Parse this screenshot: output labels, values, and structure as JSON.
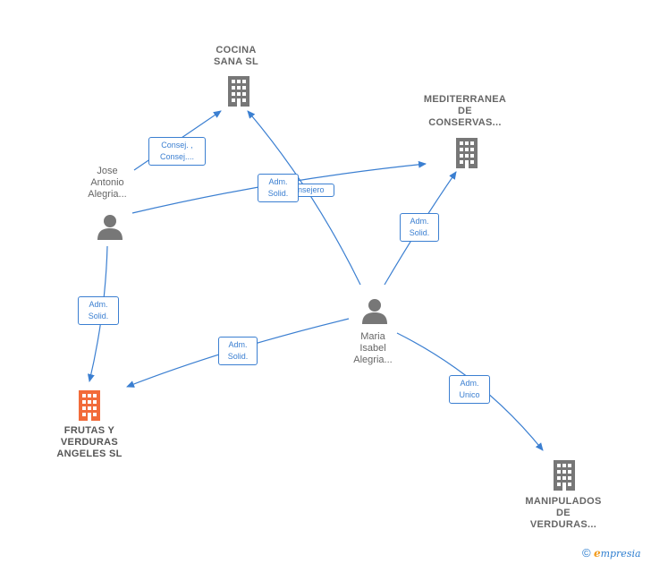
{
  "colors": {
    "edge": "#3b7fd1",
    "node": "#777777",
    "focus": "#f26b3a"
  },
  "nodes": {
    "cocina": {
      "lines": [
        "COCINA",
        "SANA SL"
      ],
      "icon": "building-icon"
    },
    "mediterranea": {
      "lines": [
        "MEDITERRANEA",
        "DE",
        "CONSERVAS..."
      ],
      "icon": "building-icon"
    },
    "jose": {
      "lines": [
        "Jose",
        "Antonio",
        "Alegria..."
      ],
      "icon": "person-icon"
    },
    "maria": {
      "lines": [
        "Maria",
        "Isabel",
        "Alegria..."
      ],
      "icon": "person-icon"
    },
    "frutas": {
      "lines": [
        "FRUTAS Y",
        "VERDURAS",
        "ANGELES SL"
      ],
      "icon": "building-icon-highlighted"
    },
    "manipulados": {
      "lines": [
        "MANIPULADOS",
        "DE",
        "VERDURAS..."
      ],
      "icon": "building-icon"
    }
  },
  "edges": {
    "jose_cocina": [
      "Consej. ,",
      "Consej...."
    ],
    "maria_cocina": [
      "Adm.",
      "Solid."
    ],
    "jose_mediterranea": [
      "Consejero"
    ],
    "maria_mediterranea": [
      "Adm.",
      "Solid."
    ],
    "jose_frutas": [
      "Adm.",
      "Solid."
    ],
    "maria_frutas": [
      "Adm.",
      "Solid."
    ],
    "maria_manipulados": [
      "Adm.",
      "Unico"
    ]
  },
  "brand": {
    "copyright": "©",
    "logo_initial": "e",
    "logo_rest": "mpresia"
  }
}
